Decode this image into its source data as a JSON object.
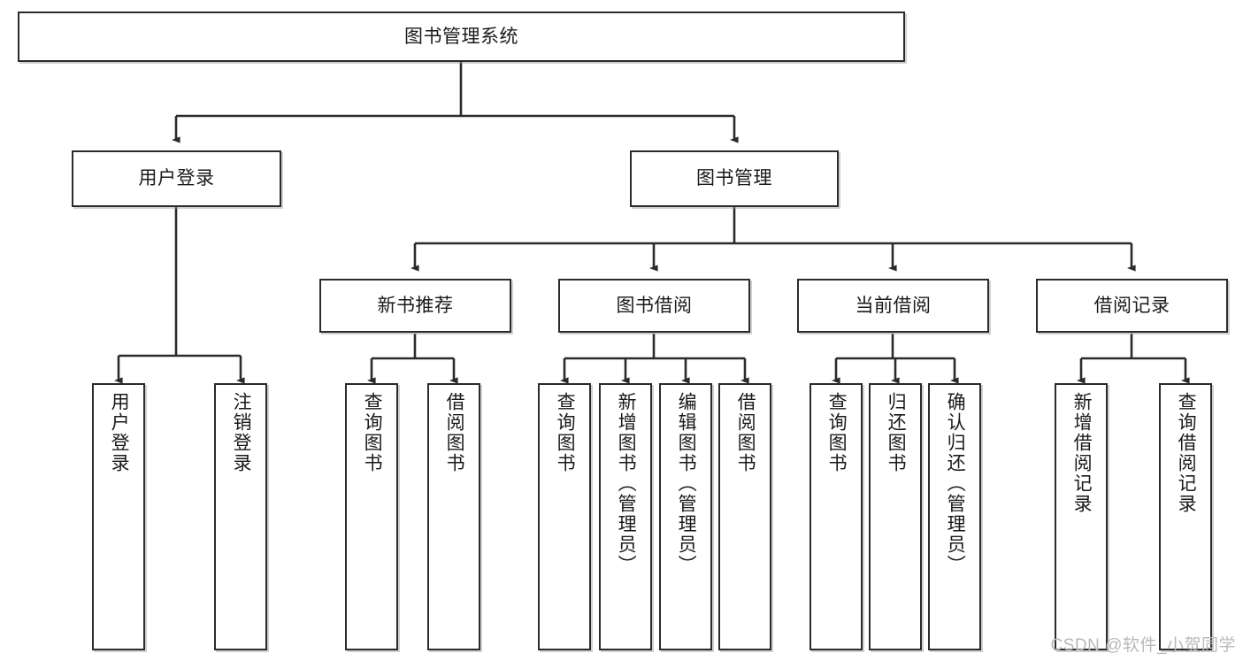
{
  "diagram": {
    "type": "tree",
    "title": "图书管理系统",
    "root": {
      "label": "图书管理系统",
      "id": "root"
    },
    "level2": [
      {
        "id": "user-login",
        "label": "用户登录"
      },
      {
        "id": "book-manage",
        "label": "图书管理"
      }
    ],
    "level3": [
      {
        "id": "new-book-recommend",
        "label": "新书推荐",
        "parent": "book-manage"
      },
      {
        "id": "book-borrow",
        "label": "图书借阅",
        "parent": "book-manage"
      },
      {
        "id": "current-borrow",
        "label": "当前借阅",
        "parent": "book-manage"
      },
      {
        "id": "borrow-record",
        "label": "借阅记录",
        "parent": "book-manage"
      }
    ],
    "leaves": {
      "user_login": [
        {
          "id": "leaf-user-login",
          "label": "用户登录"
        },
        {
          "id": "leaf-logout-login",
          "label": "注销登录"
        }
      ],
      "new_book_recommend": [
        {
          "id": "leaf-query-book-1",
          "label": "查询图书"
        },
        {
          "id": "leaf-borrow-book-1",
          "label": "借阅图书"
        }
      ],
      "book_borrow": [
        {
          "id": "leaf-query-book-2",
          "label": "查询图书"
        },
        {
          "id": "leaf-add-book",
          "label": "新增图书（管理员）"
        },
        {
          "id": "leaf-edit-book",
          "label": "编辑图书（管理员）"
        },
        {
          "id": "leaf-borrow-book-2",
          "label": "借阅图书"
        }
      ],
      "current_borrow": [
        {
          "id": "leaf-query-book-3",
          "label": "查询图书"
        },
        {
          "id": "leaf-return-book",
          "label": "归还图书"
        },
        {
          "id": "leaf-confirm-return",
          "label": "确认归还（管理员）"
        }
      ],
      "borrow_record": [
        {
          "id": "leaf-add-borrow-record",
          "label": "新增借阅记录"
        },
        {
          "id": "leaf-query-borrow-record",
          "label": "查询借阅记录"
        }
      ]
    },
    "colors": {
      "stroke": "#2b2b2b",
      "fill": "#ffffff",
      "text": "#1a1a1a",
      "watermark": "#b9b9b9"
    }
  },
  "watermark": {
    "text": "CSDN @软件_小贺同学"
  }
}
